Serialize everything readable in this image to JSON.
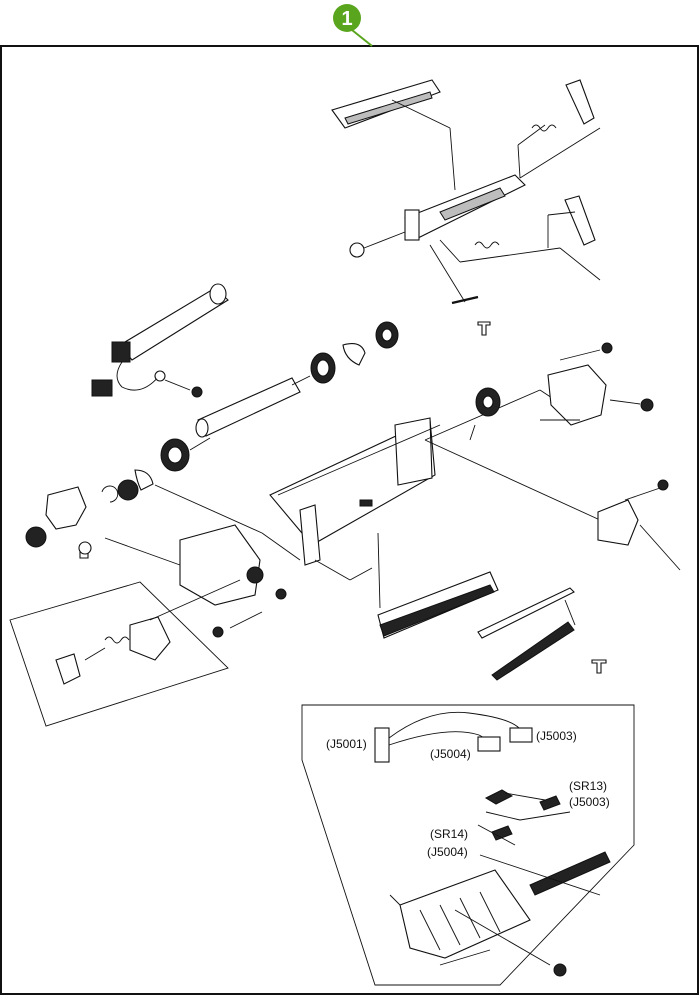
{
  "callout": {
    "number": "1",
    "color": "#5aa51e"
  },
  "labels": {
    "j5001": "(J5001)",
    "j5004_top": "(J5004)",
    "j5003_top": "(J5003)",
    "sr13": "(SR13)",
    "j5003_mid": "(J5003)",
    "sr14": "(SR14)",
    "j5004_mid": "(J5004)"
  }
}
